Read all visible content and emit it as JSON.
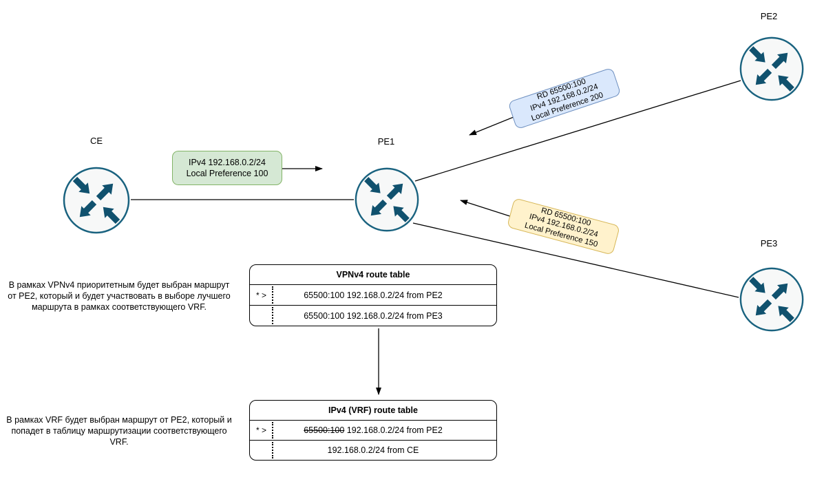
{
  "colors": {
    "green-fill": "#d5e8d4",
    "green-stroke": "#82b366",
    "blue-fill": "#dae8fc",
    "blue-stroke": "#6c8ebf",
    "yellow-fill": "#fff2cc",
    "yellow-stroke": "#d6b656",
    "router-fill": "#f7f8f8",
    "router-stroke": "#19627f",
    "router-arrow": "#10516e",
    "line": "#000000"
  },
  "routers": {
    "ce": {
      "label": "CE"
    },
    "pe1": {
      "label": "PE1"
    },
    "pe2": {
      "label": "PE2"
    },
    "pe3": {
      "label": "PE3"
    }
  },
  "route_labels": {
    "ce_advert": {
      "lines": [
        "IPv4 192.168.0.2/24",
        "Local Preference 100"
      ]
    },
    "pe2_advert": {
      "lines": [
        "RD 65500:100",
        "IPv4 192.168.0.2/24",
        "Local Preference 200"
      ]
    },
    "pe3_advert": {
      "lines": [
        "RD 65500:100",
        "IPv4 192.168.0.2/24",
        "Local Preference 150"
      ]
    }
  },
  "tables": {
    "vpnv4": {
      "title": "VPNv4 route table",
      "rows": [
        {
          "marker": "* >",
          "text": "65500:100 192.168.0.2/24 from PE2"
        },
        {
          "marker": "",
          "text": "65500:100 192.168.0.2/24 from PE3"
        }
      ]
    },
    "vrf": {
      "title": "IPv4 (VRF) route table",
      "rows": [
        {
          "marker": "* >",
          "struck": "65500:100",
          "text": "192.168.0.2/24 from PE2"
        },
        {
          "marker": "",
          "text": "192.168.0.2/24 from CE"
        }
      ]
    }
  },
  "notes": {
    "vpnv4": {
      "lines": [
        "В рамках VPNv4 приоритетным будет выбран маршрут",
        "от PE2, который и будет участвовать в выборе лучшего",
        "маршрута в рамках соответствующего VRF."
      ]
    },
    "vrf": {
      "lines": [
        "В рамках VRF  будет выбран маршрут от PE2, который и",
        "попадет в таблицу маршрутизации соответствующего",
        "VRF."
      ]
    }
  }
}
